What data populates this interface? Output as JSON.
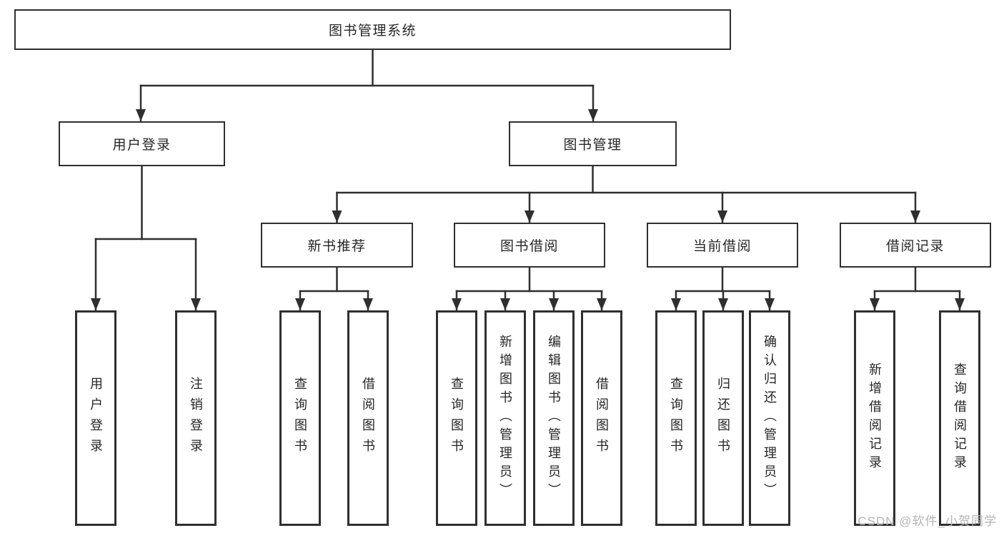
{
  "colors": {
    "line": "#2f2f2f",
    "box_border": "#2f2f2f",
    "text": "#262626",
    "watermark": "#b4b4b4",
    "background": "#ffffff"
  },
  "diagram": {
    "root": {
      "label": "图书管理系统"
    },
    "level2": [
      {
        "label": "用户登录"
      },
      {
        "label": "图书管理"
      }
    ],
    "level3": [
      {
        "label": "新书推荐"
      },
      {
        "label": "图书借阅"
      },
      {
        "label": "当前借阅"
      },
      {
        "label": "借阅记录"
      }
    ],
    "leaves": {
      "user_login": [
        "用户登录",
        "注销登录"
      ],
      "new_book_recommendation": [
        "查询图书",
        "借阅图书"
      ],
      "book_borrowing": [
        "查询图书",
        "新增图书（管理员）",
        "编辑图书（管理员）",
        "借阅图书"
      ],
      "current_borrowing": [
        "查询图书",
        "归还图书",
        "确认归还（管理员）"
      ],
      "borrowing_records": [
        "新增借阅记录",
        "查询借阅记录"
      ]
    }
  },
  "watermark": {
    "text": "CSDN @软件_小贺同学"
  }
}
